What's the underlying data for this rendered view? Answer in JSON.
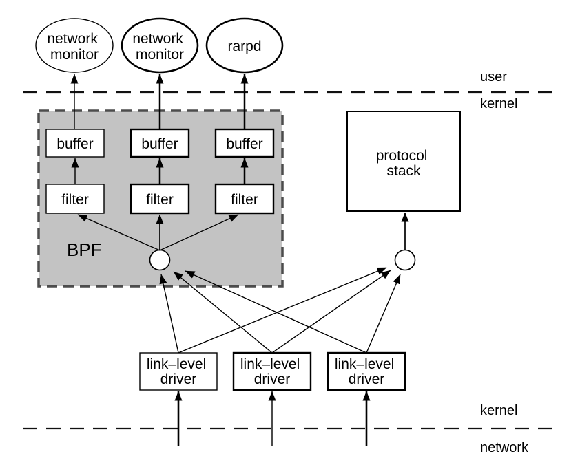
{
  "boundaries": {
    "top": {
      "above_label": "user",
      "below_label": "kernel"
    },
    "bottom": {
      "above_label": "kernel",
      "below_label": "network"
    }
  },
  "user_processes": {
    "monitor1": {
      "line1": "network",
      "line2": "monitor"
    },
    "monitor2": {
      "line1": "network",
      "line2": "monitor"
    },
    "rarpd": {
      "label": "rarpd"
    }
  },
  "bpf": {
    "label": "BPF",
    "buffer_label": "buffer",
    "filter_label": "filter"
  },
  "protocol_stack": {
    "line1": "protocol",
    "line2": "stack"
  },
  "driver": {
    "line1": "link–level",
    "line2": "driver"
  },
  "colors": {
    "bpf_fill": "#c3c3c3",
    "bpf_border": "#4c4c4c",
    "line": "#000000",
    "background": "#ffffff"
  }
}
